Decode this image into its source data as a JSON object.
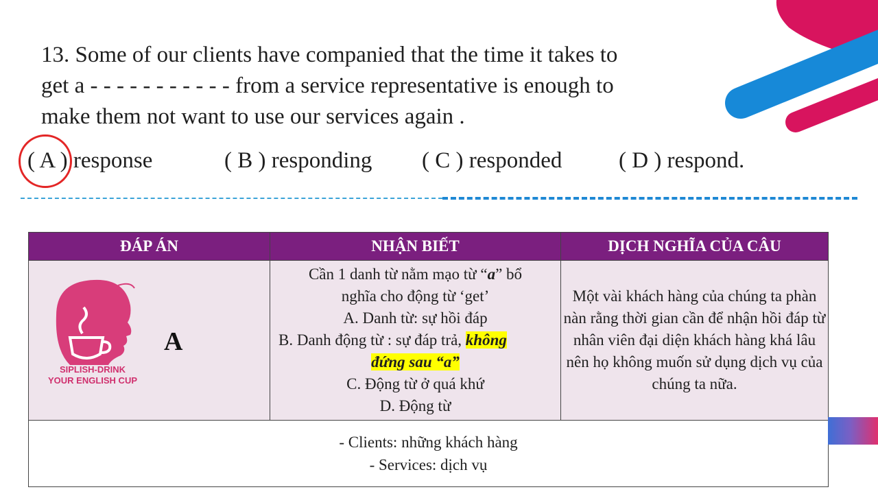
{
  "question": {
    "lines": [
      "13. Some of our clients have companied that the time it takes to",
      "get a - - - - - - - - - - - from a service representative is enough to",
      "make them not want to use our services again ."
    ]
  },
  "options": {
    "a": "( A ) response",
    "b": "( B ) responding",
    "c": "( C ) responded",
    "d": "( D ) respond."
  },
  "table": {
    "headers": [
      "ĐÁP ÁN",
      "NHẬN BIẾT",
      "DỊCH NGHĨA CỦA CÂU"
    ],
    "answer": "A",
    "logo": {
      "line1": "SIPLISH-DRINK",
      "line2": "YOUR ENGLISH CUP"
    },
    "explain": {
      "l1_pre": "Cần 1 danh từ nằm mạo từ “",
      "l1_em": "a",
      "l1_post": "” bổ",
      "l2": "nghĩa cho động từ ‘get’",
      "l3": "A.    Danh từ: sự hồi đáp",
      "l4_pre": "B.    Danh động từ : sự đáp trả, ",
      "l4_hl": "không",
      "l5_hl": "đứng sau “a”",
      "l6": "C. Động từ ở quá khứ",
      "l7": "D. Động từ"
    },
    "translation": "Một vài khách hàng của chúng ta phàn nàn rằng thời gian cần để nhận hồi đáp từ nhân viên đại diện khách hàng khá lâu nên  họ không muốn sử dụng dịch vụ của chúng ta nữa.",
    "vocab": [
      "-    Clients: những khách hàng",
      "-    Services: dịch vụ"
    ]
  },
  "colors": {
    "header_bg": "#7b1f7f",
    "body_bg": "#efe4ec",
    "circle": "#e32626",
    "highlight": "#ffff00",
    "stripe_pink": "#d8145e",
    "stripe_blue": "#1789d8"
  }
}
